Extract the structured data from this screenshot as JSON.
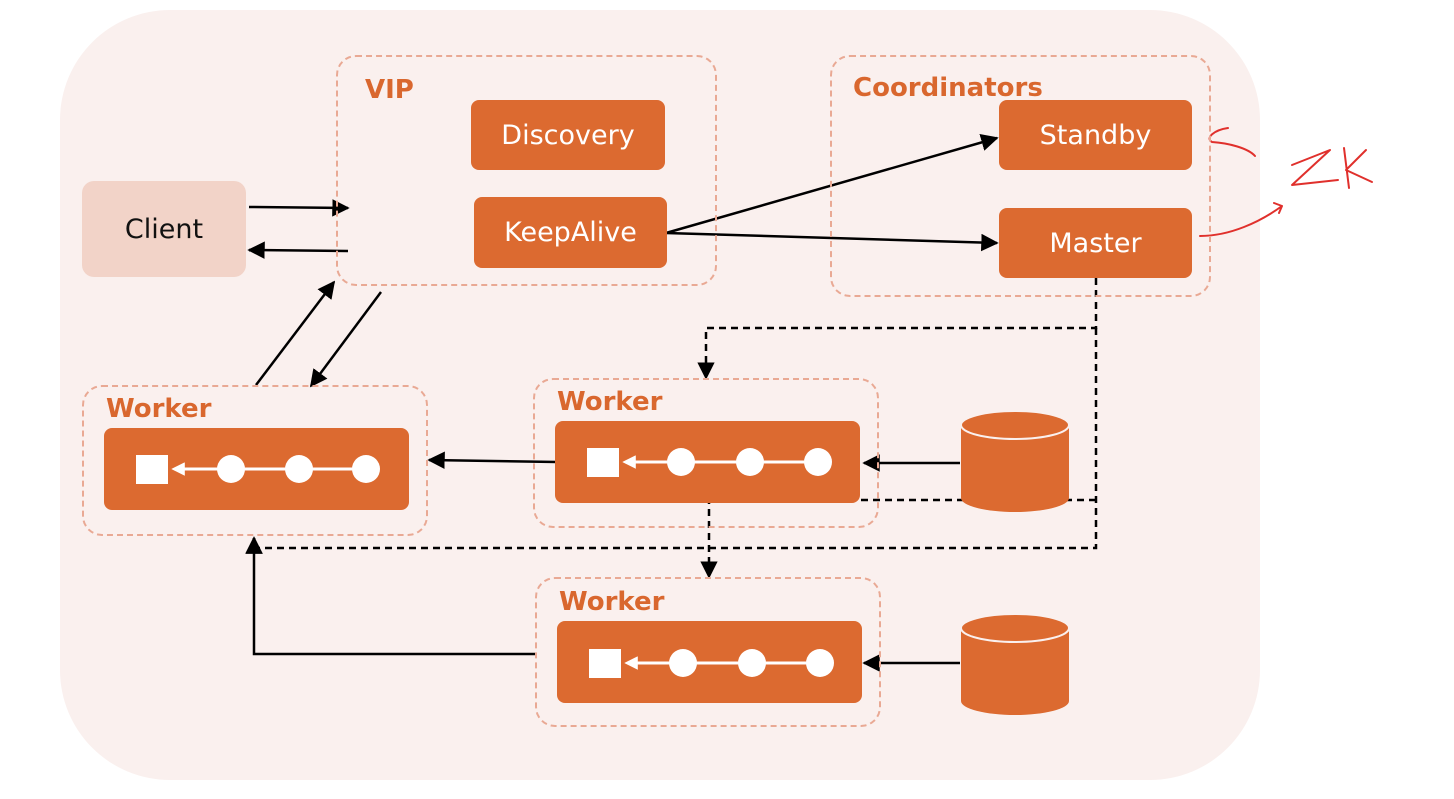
{
  "client": {
    "label": "Client"
  },
  "vip": {
    "title": "VIP",
    "discovery_label": "Discovery",
    "keepalive_label": "KeepAlive"
  },
  "coordinators": {
    "title": "Coordinators",
    "standby_label": "Standby",
    "master_label": "Master"
  },
  "workers": [
    {
      "title": "Worker"
    },
    {
      "title": "Worker"
    },
    {
      "title": "Worker"
    }
  ],
  "annotation": {
    "text": "Zk",
    "color": "#e0302c"
  },
  "colors": {
    "background": "#faf0ee",
    "accent": "#dc6a30",
    "group_border": "#e9a994",
    "client_fill": "#f2d3c8"
  }
}
